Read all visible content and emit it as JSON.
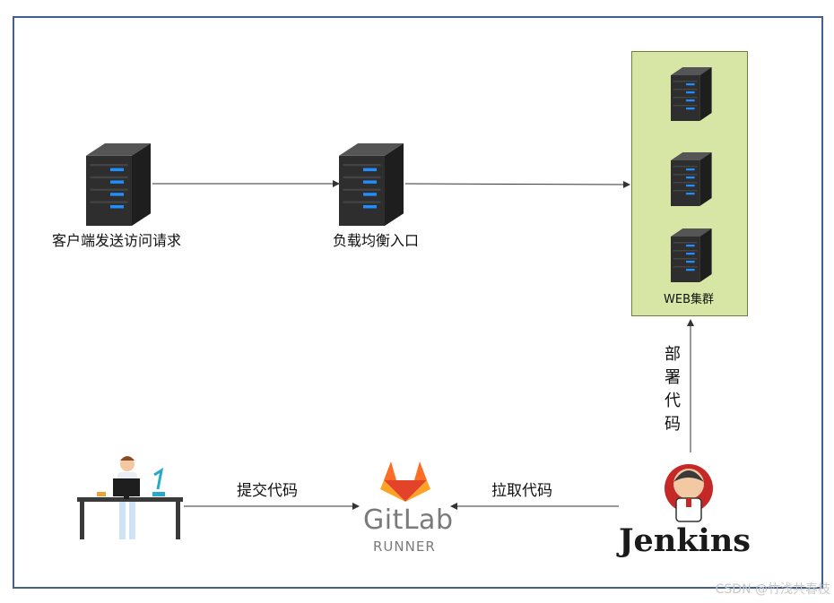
{
  "nodes": {
    "client": {
      "label": "客户端发送访问请求"
    },
    "load_balancer": {
      "label": "负载均衡入口"
    },
    "web_cluster": {
      "label": "WEB集群"
    },
    "gitlab": {
      "word": "GitLab",
      "sub": "RUNNER"
    },
    "jenkins": {
      "word": "Jenkins"
    }
  },
  "edges": {
    "commit": {
      "label": "提交代码"
    },
    "pull": {
      "label": "拉取代码"
    },
    "deploy": {
      "chars": [
        "部",
        "署",
        "代",
        "码"
      ]
    }
  },
  "watermark": "CSDN @竹浅共春枝",
  "colors": {
    "frame": "#41608f",
    "cluster_fill": "#d7e6a4",
    "server_body": "#2d2d2d",
    "server_light": "#1f8fff",
    "gitlab_orange": "#e24329",
    "jenkins_red": "#c62828"
  }
}
